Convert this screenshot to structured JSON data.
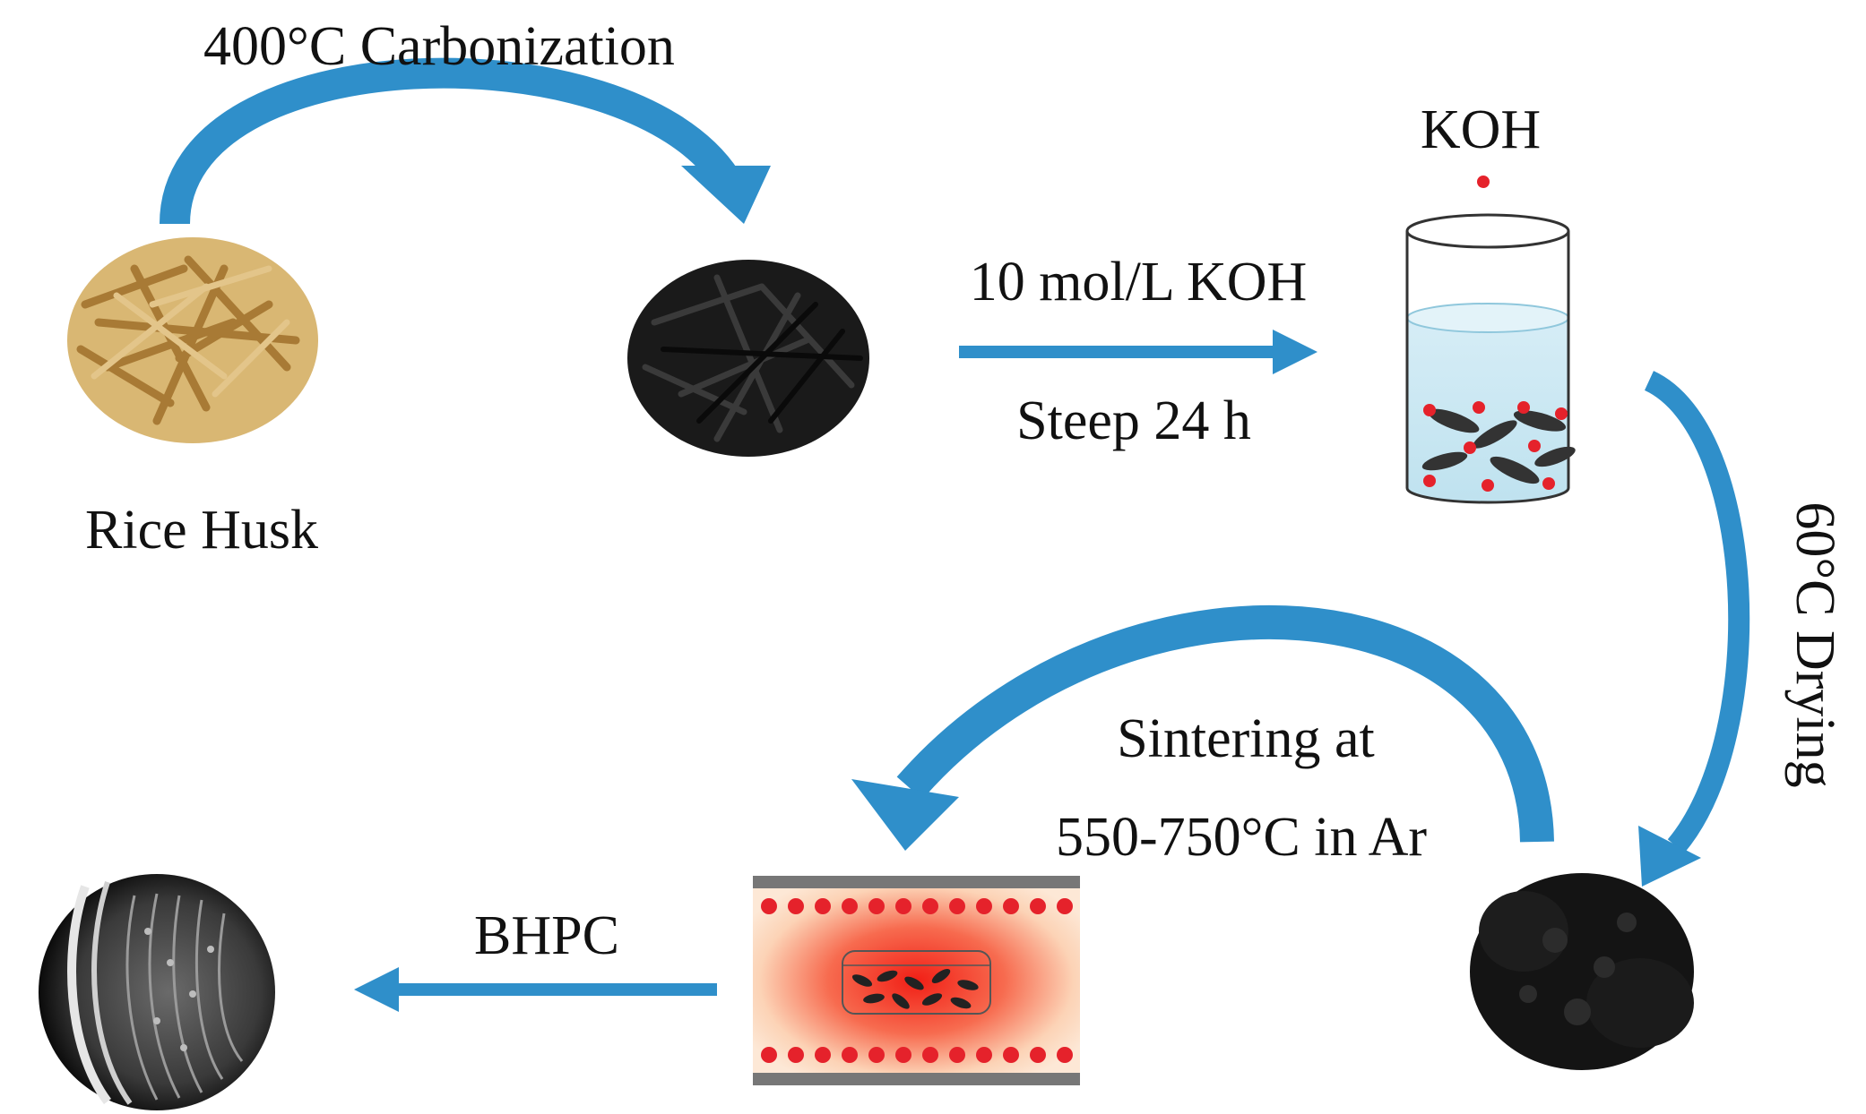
{
  "labels": {
    "carbonization": "400°C Carbonization",
    "rice_husk": "Rice Husk",
    "koh_concentration": "10 mol/L KOH",
    "steep": "Steep 24 h",
    "koh": "KOH",
    "drying": "60°C Drying",
    "sintering_line1": "Sintering at",
    "sintering_line2": "550-750°C in Ar",
    "product": "BHPC"
  },
  "colors": {
    "arrow": "#2f8fca",
    "arrow_dark": "#1f6fa8",
    "koh_dot": "#e5222b",
    "solution": "#cde9f3",
    "furnace_glow": "#f43a2a",
    "furnace_wall": "#777777",
    "husk_raw": "#c9a15a",
    "husk_carbon": "#151515"
  }
}
